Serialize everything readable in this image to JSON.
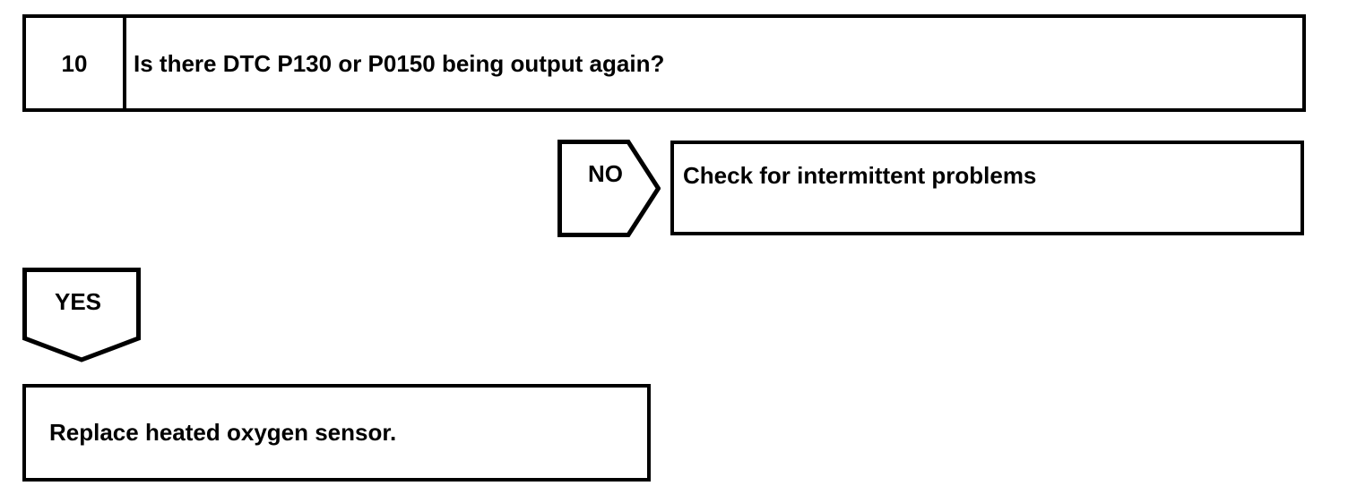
{
  "step": {
    "number": "10",
    "question": "Is there DTC P130 or P0150 being output again?"
  },
  "no_branch": {
    "label": "NO",
    "action": "Check for intermittent problems"
  },
  "yes_branch": {
    "label": "YES",
    "action": "Replace heated oxygen sensor."
  },
  "colors": {
    "line": "#000000",
    "background": "#ffffff"
  }
}
